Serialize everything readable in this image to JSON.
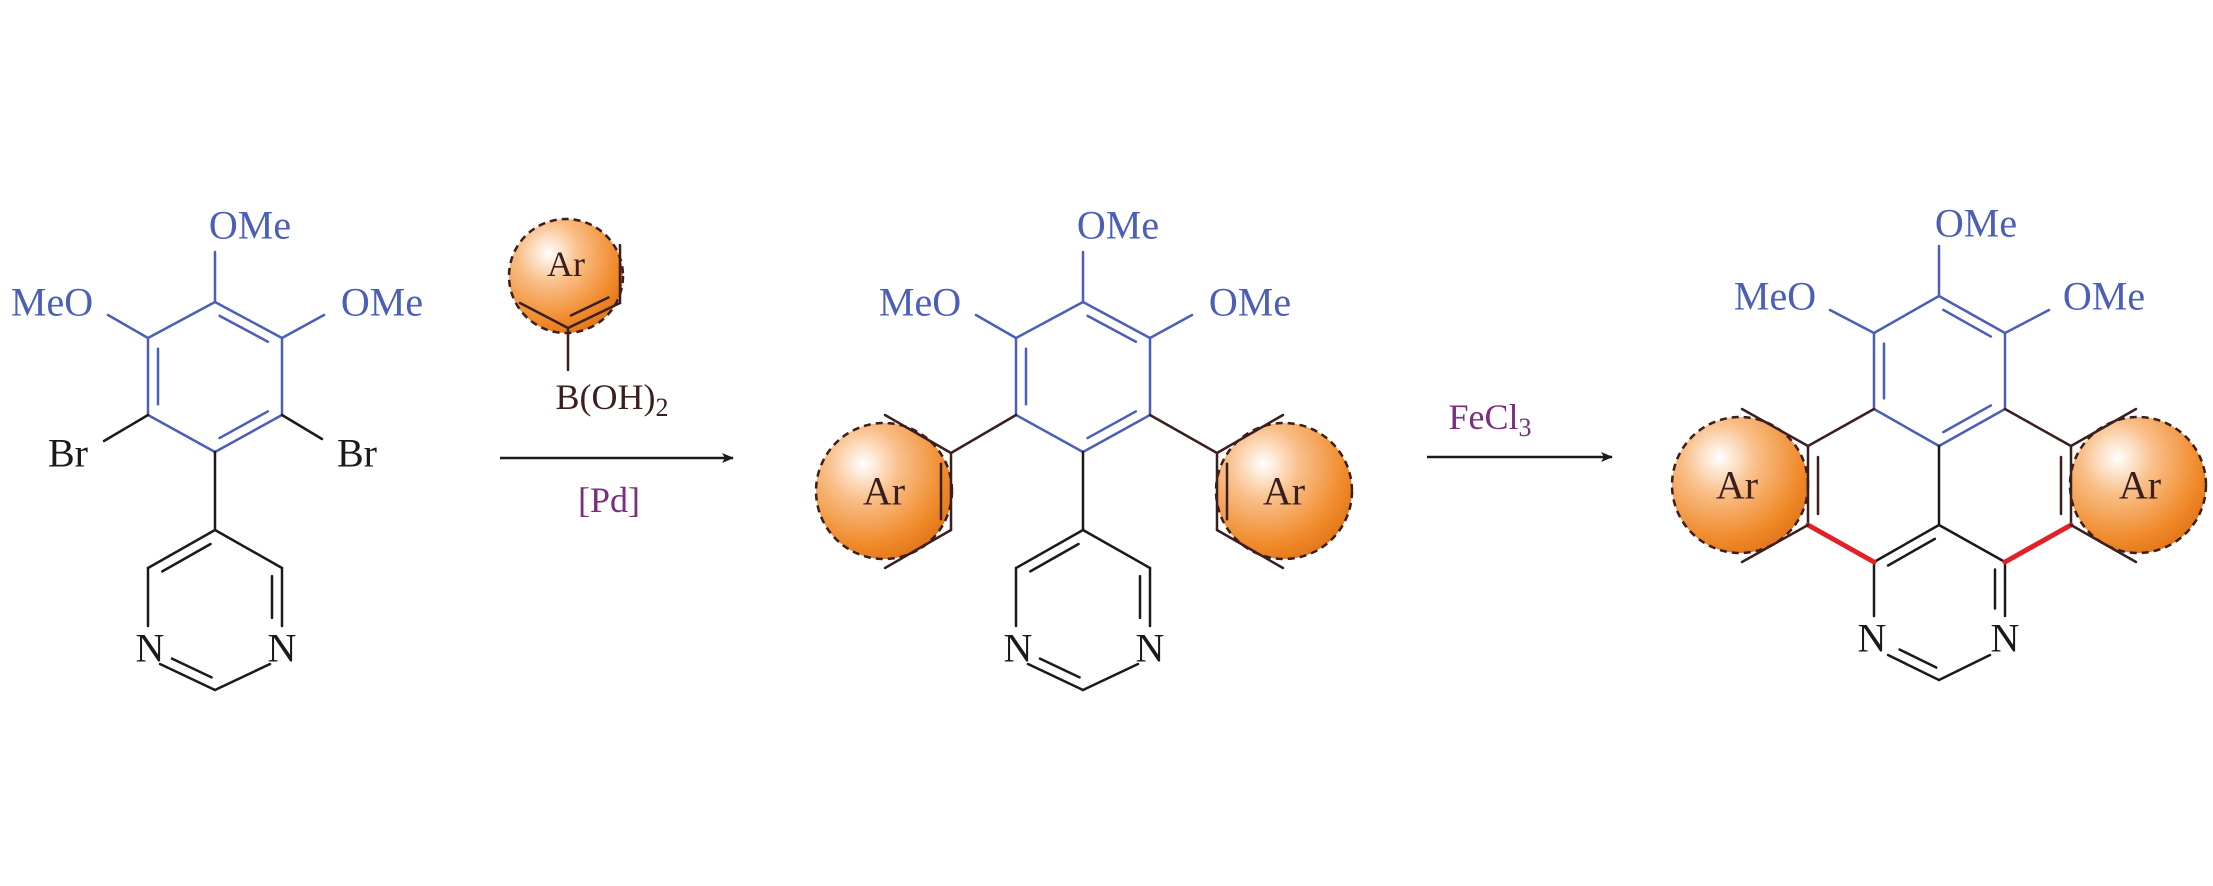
{
  "scheme": {
    "starting_material": {
      "substituents": [
        "OMe",
        "MeO",
        "OMe"
      ],
      "halogens": [
        "Br",
        "Br"
      ],
      "heteroatoms": [
        "N",
        "N"
      ]
    },
    "reagent": {
      "aryl_label": "Ar",
      "boronic_main": "B(OH)",
      "boronic_sub": "2"
    },
    "step1": {
      "catalyst": "[Pd]"
    },
    "intermediate": {
      "substituents": [
        "OMe",
        "MeO",
        "OMe"
      ],
      "aryl_labels": [
        "Ar",
        "Ar"
      ],
      "heteroatoms": [
        "N",
        "N"
      ]
    },
    "step2": {
      "oxidant_main": "FeCl",
      "oxidant_sub": "3"
    },
    "product": {
      "substituents": [
        "OMe",
        "MeO",
        "OMe"
      ],
      "aryl_labels": [
        "Ar",
        "Ar"
      ],
      "heteroatoms": [
        "N",
        "N"
      ]
    }
  },
  "colors": {
    "core_ring": "#4a5fb5",
    "bond": "#1a1a1a",
    "aryl_bond": "#3b1f1f",
    "new_bond": "#e02228",
    "reagent_text": "#7b2d80",
    "aryl_fill": "#f08a2a"
  }
}
